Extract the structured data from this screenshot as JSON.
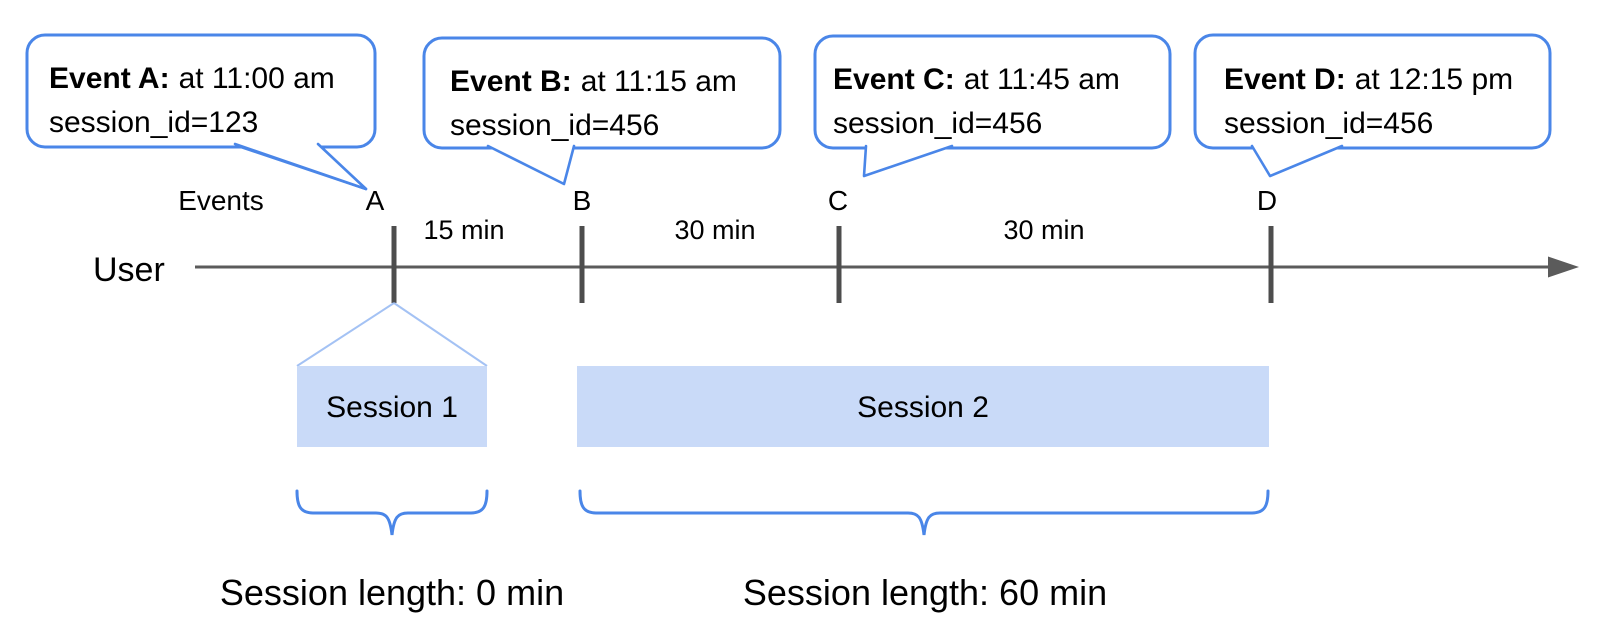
{
  "diagram": {
    "description": "Timeline showing user events A-D grouped into sessions with session lengths"
  },
  "timeline": {
    "user_label": "User",
    "events_label": "Events"
  },
  "events": [
    {
      "letter": "A",
      "bubble_bold": "Event A:",
      "bubble_time": "at 11:00 am",
      "bubble_session": "session_id=123"
    },
    {
      "letter": "B",
      "bubble_bold": "Event B:",
      "bubble_time": "at 11:15 am",
      "bubble_session": "session_id=456"
    },
    {
      "letter": "C",
      "bubble_bold": "Event C:",
      "bubble_time": "at 11:45 am",
      "bubble_session": "session_id=456"
    },
    {
      "letter": "D",
      "bubble_bold": "Event D:",
      "bubble_time": "at 12:15 pm",
      "bubble_session": "session_id=456"
    }
  ],
  "intervals": [
    {
      "label": "15 min"
    },
    {
      "label": "30 min"
    },
    {
      "label": "30 min"
    }
  ],
  "sessions": [
    {
      "label": "Session 1",
      "length_label": "Session length: 0 min"
    },
    {
      "label": "Session 2",
      "length_label": "Session length: 60 min"
    }
  ],
  "colors": {
    "bubble_border": "#4a86e8",
    "session_fill": "#c9daf8",
    "fan_line": "#a4c2f4",
    "timeline_gray": "#5b5b5b",
    "text": "#000000"
  }
}
